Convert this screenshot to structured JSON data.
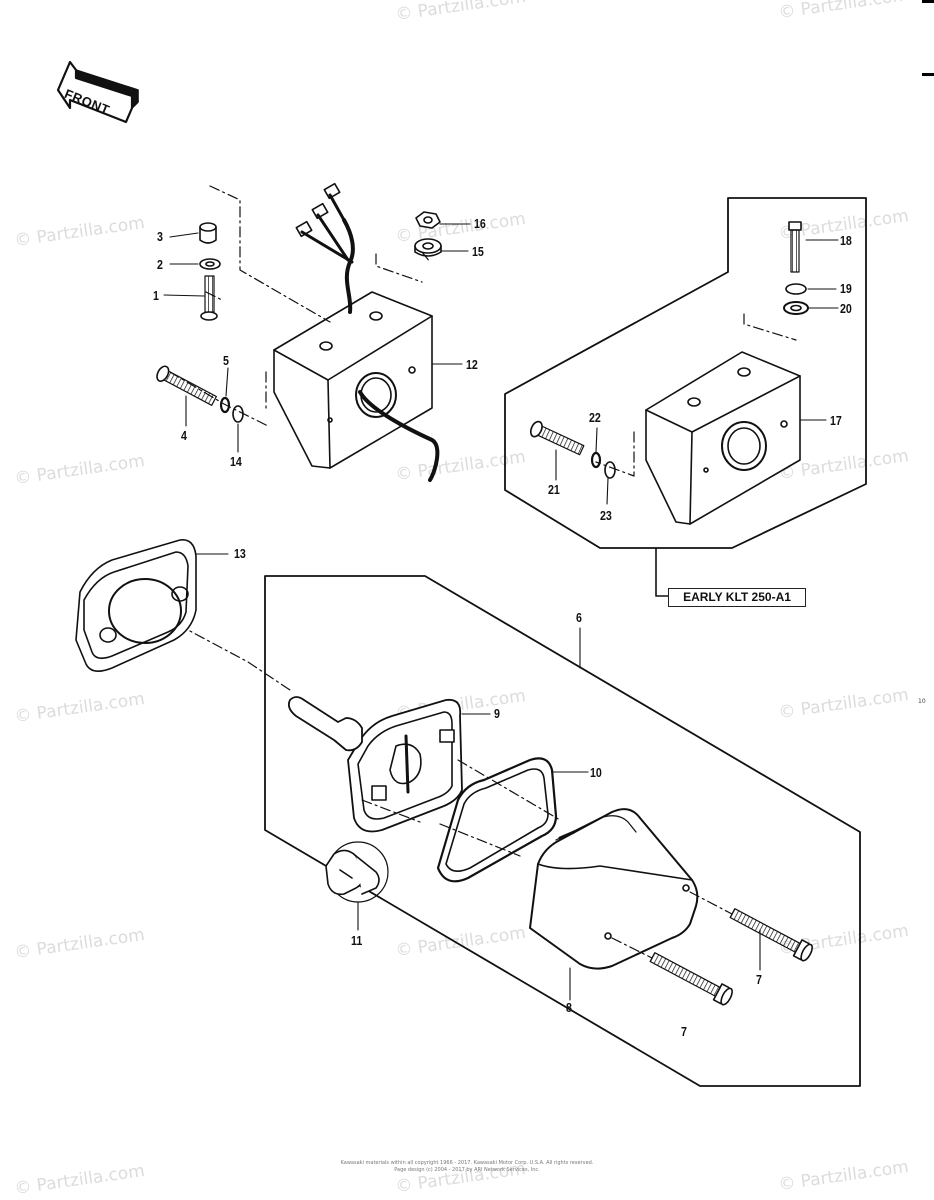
{
  "diagram": {
    "front_label": "FRONT",
    "variant_label": "EARLY KLT 250-A1",
    "page_number": "10",
    "callouts": {
      "p1": "1",
      "p2": "2",
      "p3": "3",
      "p4": "4",
      "p5": "5",
      "p6": "6",
      "p7a": "7",
      "p7b": "7",
      "p8": "8",
      "p9": "9",
      "p10": "10",
      "p11": "11",
      "p12": "12",
      "p13": "13",
      "p14": "14",
      "p15": "15",
      "p16": "16",
      "p17": "17",
      "p18": "18",
      "p19": "19",
      "p20": "20",
      "p21": "21",
      "p22": "22",
      "p23": "23"
    }
  },
  "watermark": {
    "text": "© Partzilla.com"
  },
  "footer": {
    "line1": "Kawasaki materials within all copyright 1966 - 2017. Kawasaki Motor Corp. U.S.A.  All rights reserved.",
    "line2": "Page design (c) 2004 - 2017 by ARI Network Services, Inc."
  },
  "colors": {
    "ink": "#111111",
    "watermark": "#dcdcdc",
    "background": "#ffffff"
  }
}
